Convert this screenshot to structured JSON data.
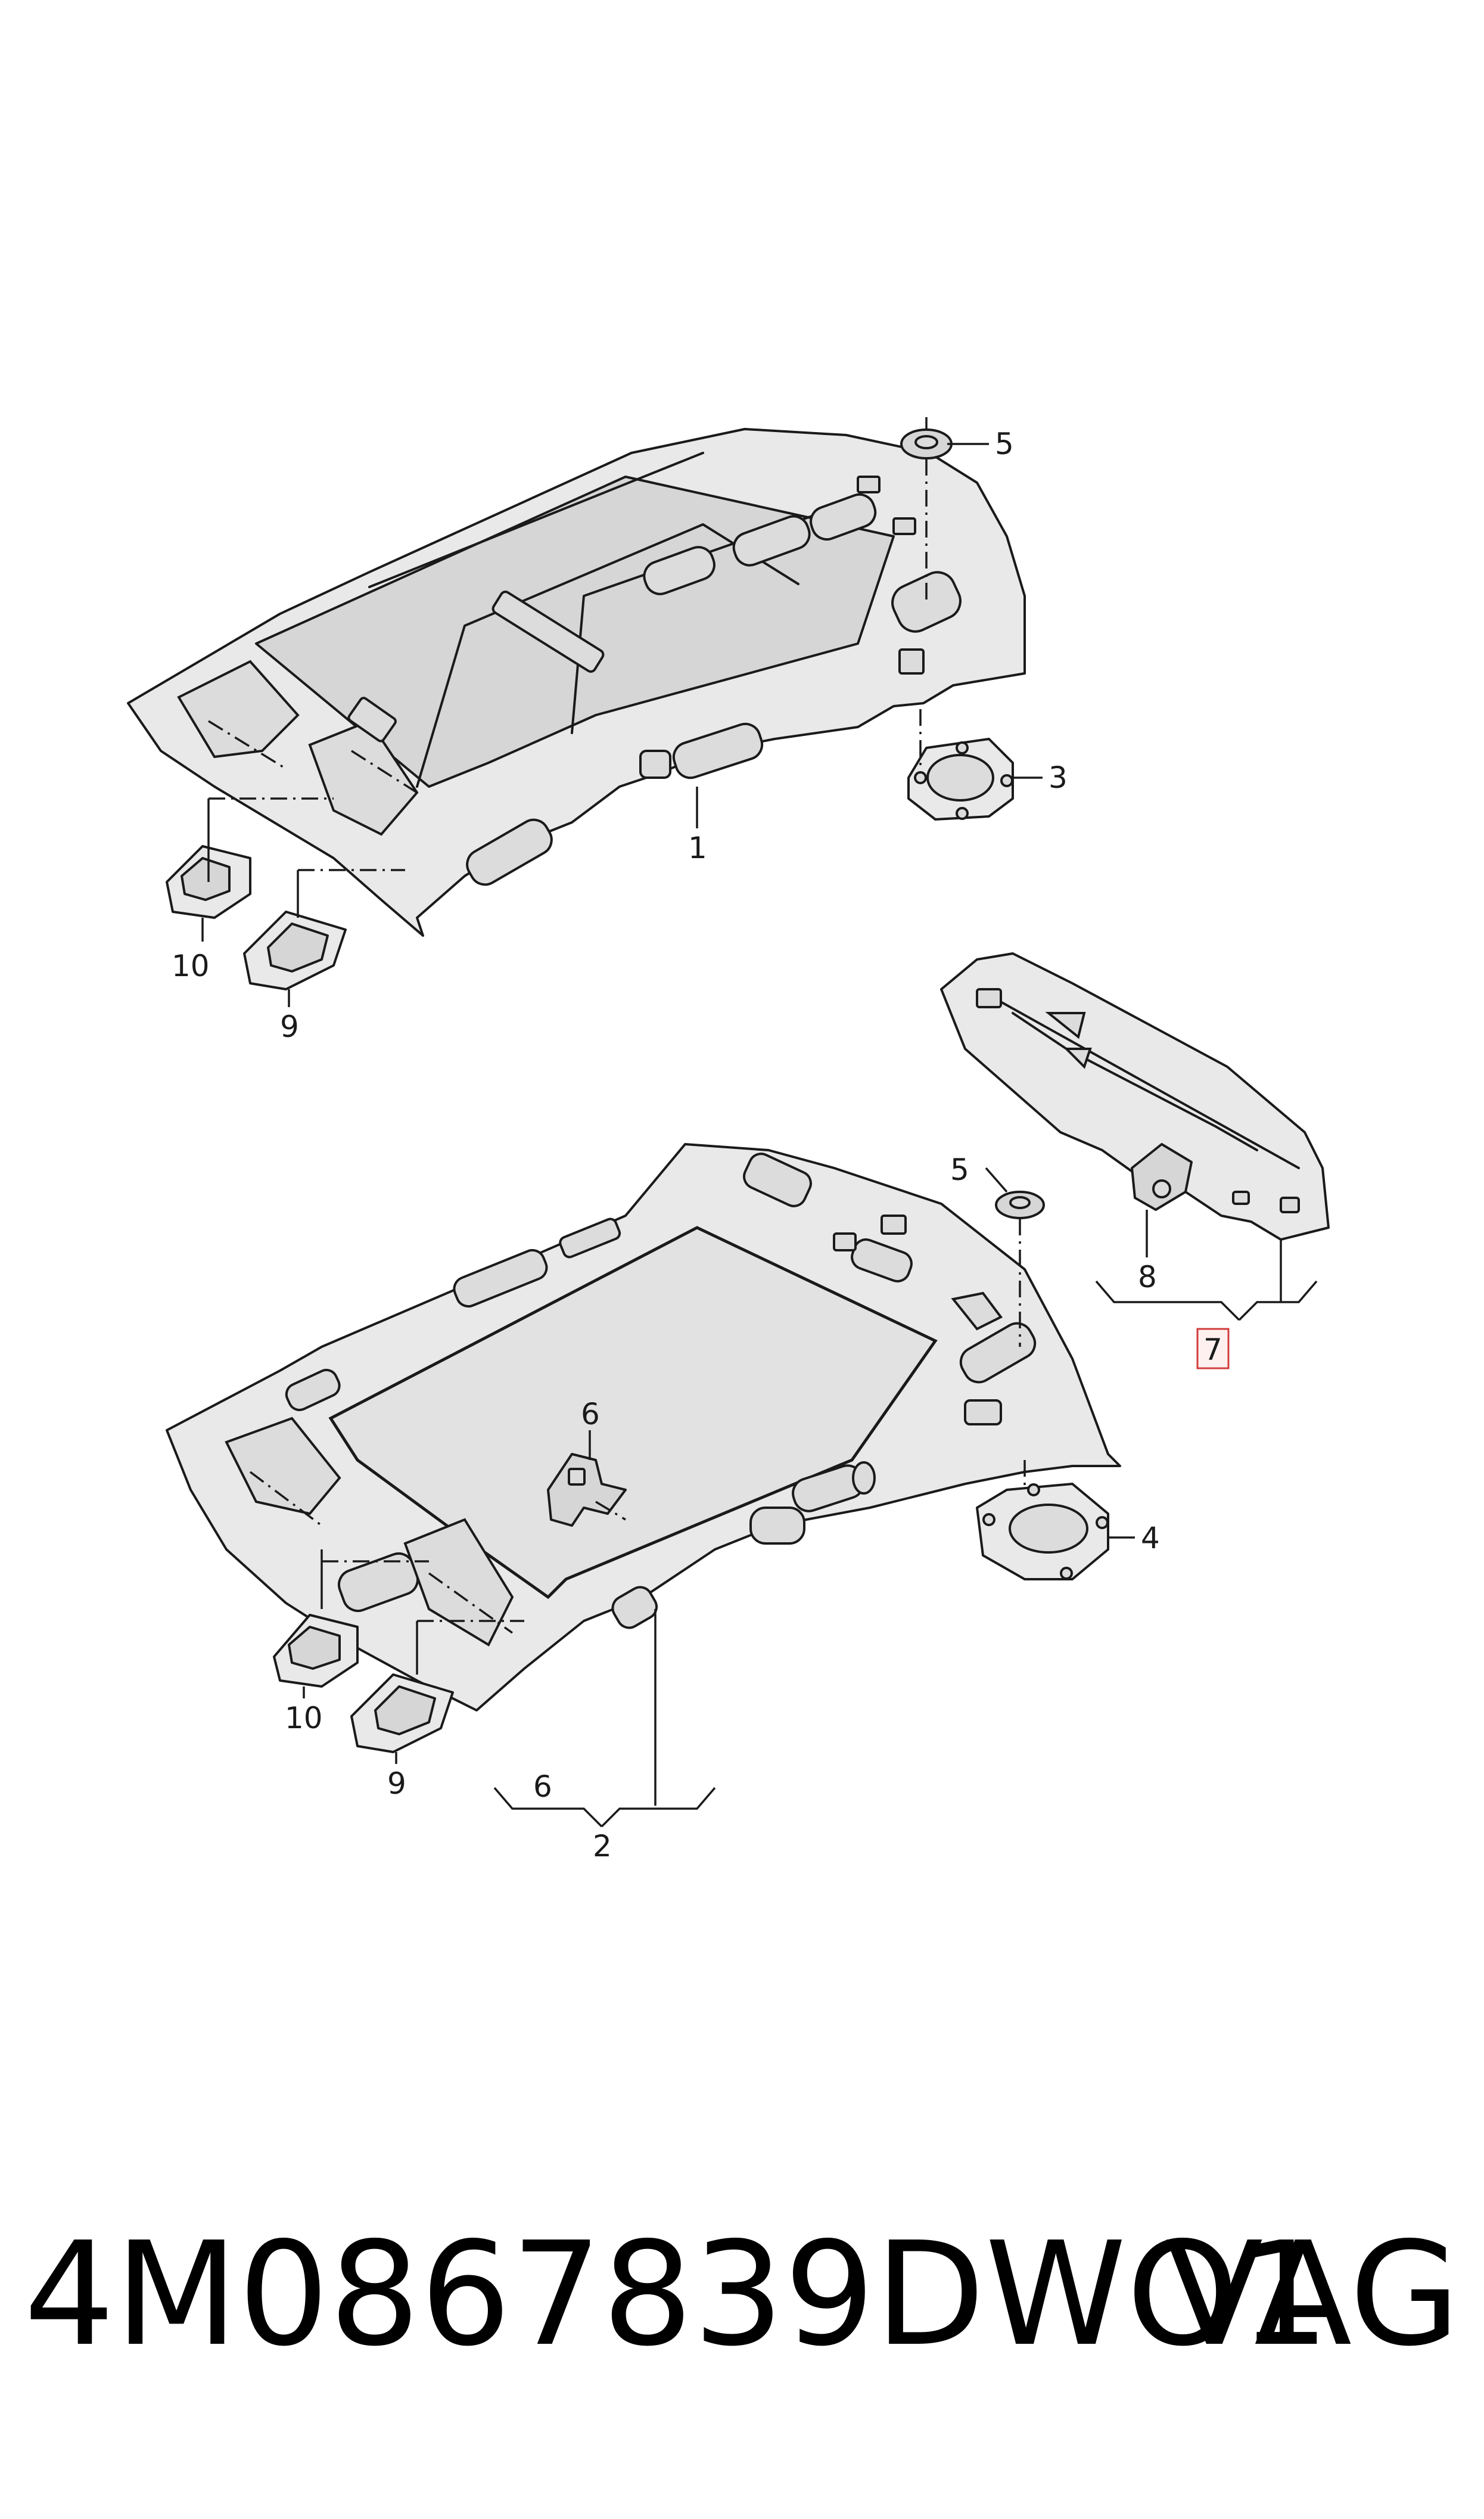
{
  "callouts": {
    "c1": "1",
    "c2": "2",
    "c3": "3",
    "c4": "4",
    "c5a": "5",
    "c5b": "5",
    "c6a": "6",
    "c6b": "6",
    "c7": "7",
    "c8": "8",
    "c9a": "9",
    "c9b": "9",
    "c10a": "10",
    "c10b": "10"
  },
  "footer": {
    "part_number": "4M0867839DWO1",
    "brand": "VAG"
  },
  "colors": {
    "line": "#1a1a1a",
    "panel_fill": "#e9e9e9",
    "highlight_border": "#d23c3c"
  }
}
